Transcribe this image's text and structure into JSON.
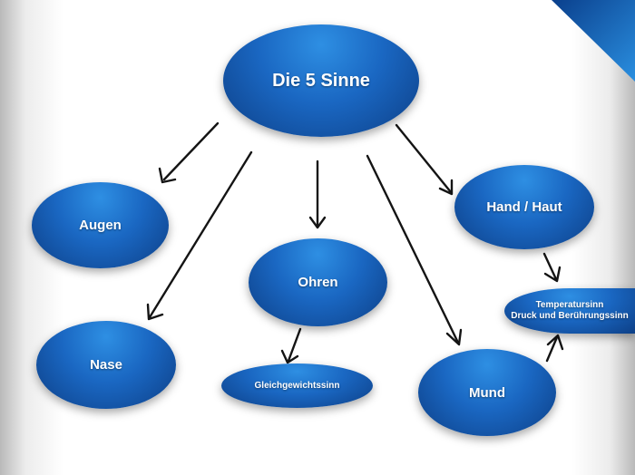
{
  "nodes": {
    "root": "Die 5 Sinne",
    "augen": "Augen",
    "nase": "Nase",
    "ohren": "Ohren",
    "gleichgewicht": "Gleichgewichtssinn",
    "mund": "Mund",
    "hand": "Hand / Haut",
    "temp_line1": "Temperatursinn",
    "temp_line2": "Druck und Berührungssinn"
  },
  "colors": {
    "node_light": "#2e8fe3",
    "node_dark": "#0d3f86",
    "arrow": "#141414",
    "text": "#ffffff"
  }
}
